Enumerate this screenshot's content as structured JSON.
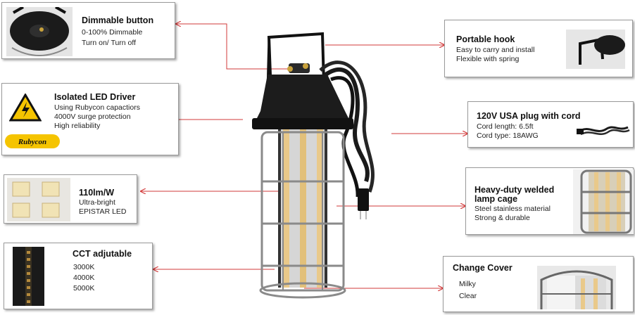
{
  "callouts": {
    "dimmable": {
      "title": "Dimmable button",
      "lines": [
        "0-100% Dimmable",
        "Turn on/ Turn off"
      ]
    },
    "driver": {
      "title": "Isolated LED Driver",
      "lines": [
        "Using Rubycon capactiors",
        "4000V surge protection",
        "High reliability"
      ],
      "brand": "Rubycon"
    },
    "efficacy": {
      "title": "110lm/W",
      "lines": [
        "Ultra-bright",
        "EPISTAR LED"
      ]
    },
    "cct": {
      "title": "CCT adjutable",
      "lines": [
        "3000K",
        "4000K",
        "5000K"
      ]
    },
    "hook": {
      "title": "Portable hook",
      "lines": [
        "Easy to carry and install",
        "Flexible with spring"
      ]
    },
    "plug": {
      "title": "120V USA plug with cord",
      "lines": [
        "Cord length: 6.5ft",
        "Cord type: 18AWG"
      ]
    },
    "cage": {
      "title_lines": [
        "Heavy-duty welded",
        "lamp cage"
      ],
      "lines": [
        "Steel stainless material",
        "Strong & durable"
      ]
    },
    "cover": {
      "title": "Change Cover",
      "lines": [
        "Milky",
        "Clear"
      ]
    }
  },
  "colors": {
    "connector": "#d23a3a",
    "lamp_body": "#1c1c1c",
    "led_strip": "#e9c98a",
    "cage": "#8a8a8a"
  },
  "icons": [
    "warning-electric-icon",
    "rubycon-logo"
  ]
}
